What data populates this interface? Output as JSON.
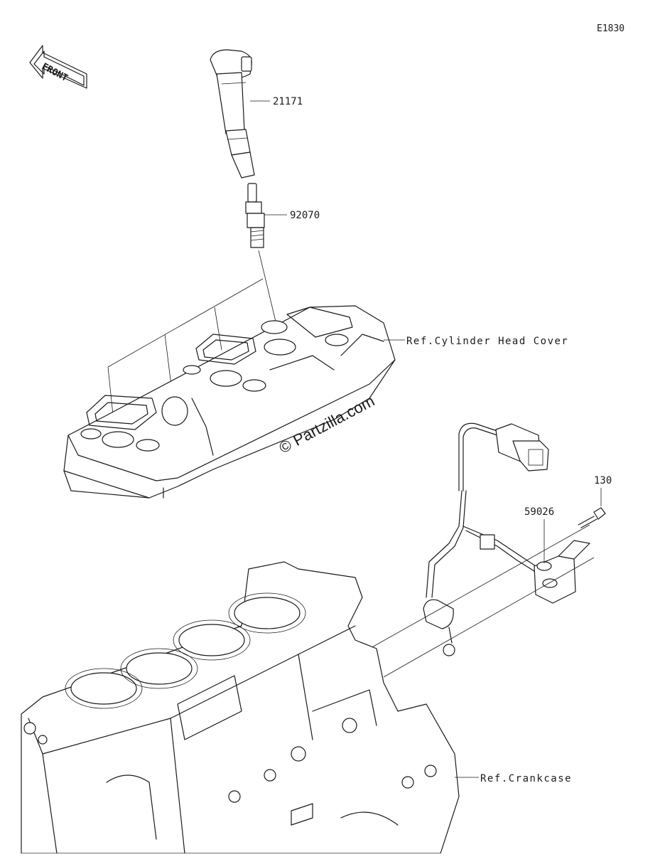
{
  "diagram": {
    "code": "E1830",
    "direction_label": "FRONT",
    "watermark": "© Partzilla.com",
    "parts": [
      {
        "number": "21171"
      },
      {
        "number": "92070"
      },
      {
        "number": "59026"
      },
      {
        "number": "130"
      }
    ],
    "references": [
      {
        "text": "Ref.Cylinder Head Cover"
      },
      {
        "text": "Ref.Crankcase"
      }
    ]
  }
}
